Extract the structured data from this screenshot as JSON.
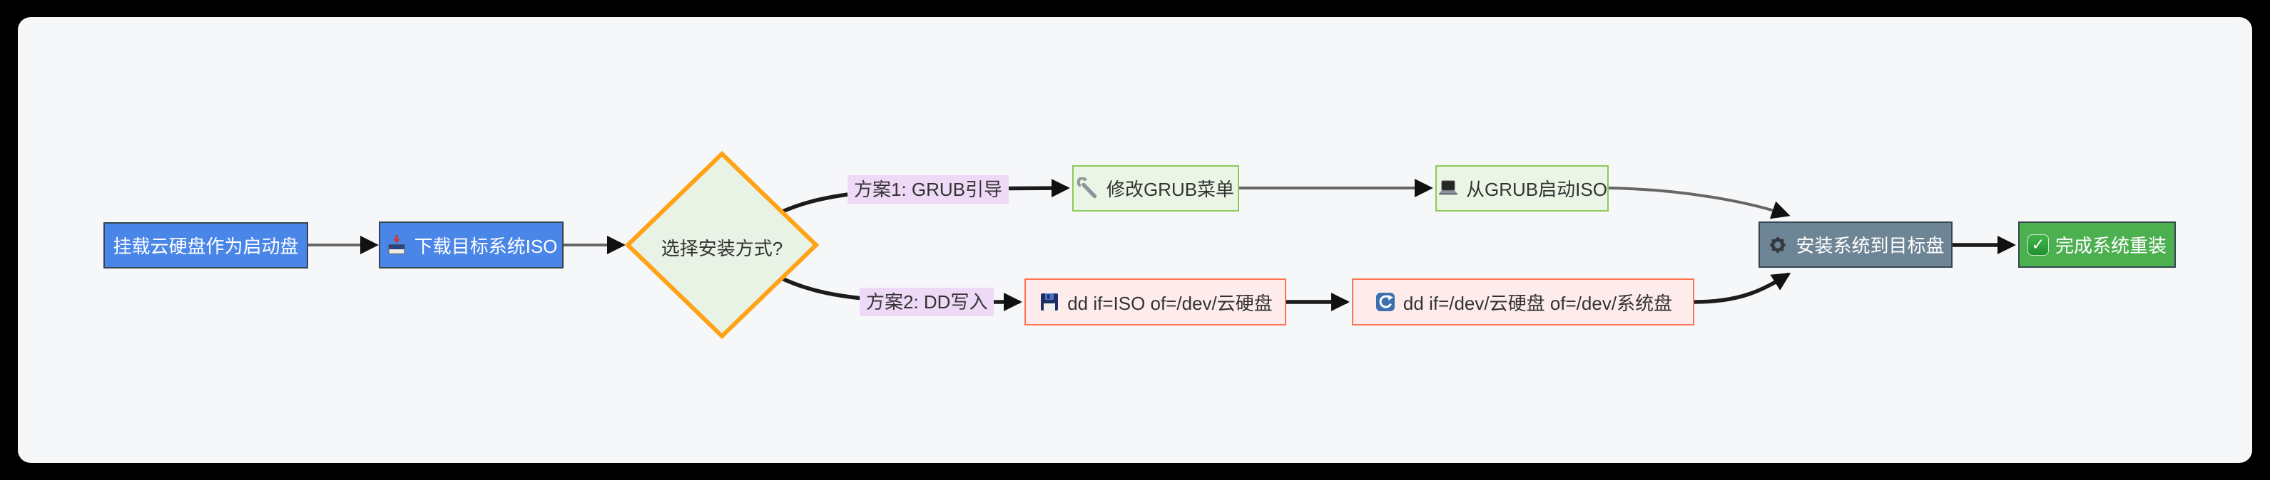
{
  "flowchart": {
    "colors": {
      "canvas": "#000000",
      "panel": "#f6f7f9",
      "process_blue_fill": "#4a86e8",
      "decision_fill": "#e8f3e6",
      "decision_border": "#ffa216",
      "grub_branch_fill": "#ebf5e5",
      "grub_branch_border": "#8ec959",
      "dd_branch_fill": "#fdeceb",
      "dd_branch_border": "#ff7350",
      "install_fill": "#6d8594",
      "done_fill": "#4caf50",
      "node_border_dark": "#37474f",
      "edge_gray": "#666666",
      "edge_dark": "#1b1b1b",
      "edge_label_fill": "#eed9f6",
      "text_dark": "#333333",
      "text_light": "#ffffff"
    },
    "nodes": [
      {
        "id": "mount-disk",
        "label": "挂载云硬盘作为启动盘",
        "shape": "rect",
        "icon": null
      },
      {
        "id": "download-iso",
        "label": "下载目标系统ISO",
        "shape": "rect",
        "icon": "inbox-download"
      },
      {
        "id": "choose-method",
        "label": "选择安装方式?",
        "shape": "diamond",
        "icon": null
      },
      {
        "id": "edit-grub-menu",
        "label": "修改GRUB菜单",
        "shape": "rect",
        "icon": "wrench"
      },
      {
        "id": "boot-iso-grub",
        "label": "从GRUB启动ISO",
        "shape": "rect",
        "icon": "laptop"
      },
      {
        "id": "dd-iso-to-disk",
        "label": "dd if=ISO of=/dev/云硬盘",
        "shape": "rect",
        "icon": "floppy-disk"
      },
      {
        "id": "dd-disk-to-system",
        "label": "dd if=/dev/云硬盘 of=/dev/系统盘",
        "shape": "rect",
        "icon": "sync-arrows"
      },
      {
        "id": "install-to-target",
        "label": "安装系统到目标盘",
        "shape": "rect",
        "icon": "gear"
      },
      {
        "id": "finish-reinstall",
        "label": "完成系统重装",
        "shape": "rect",
        "icon": "check-mark"
      }
    ],
    "edge_labels": [
      {
        "text": "方案1: GRUB引导"
      },
      {
        "text": "方案2: DD写入"
      }
    ],
    "edges": [
      {
        "from": "mount-disk",
        "to": "download-iso",
        "label": ""
      },
      {
        "from": "download-iso",
        "to": "choose-method",
        "label": ""
      },
      {
        "from": "choose-method",
        "to": "edit-grub-menu",
        "label": "方案1: GRUB引导"
      },
      {
        "from": "edit-grub-menu",
        "to": "boot-iso-grub",
        "label": ""
      },
      {
        "from": "boot-iso-grub",
        "to": "install-to-target",
        "label": ""
      },
      {
        "from": "choose-method",
        "to": "dd-iso-to-disk",
        "label": "方案2: DD写入"
      },
      {
        "from": "dd-iso-to-disk",
        "to": "dd-disk-to-system",
        "label": ""
      },
      {
        "from": "dd-disk-to-system",
        "to": "install-to-target",
        "label": ""
      },
      {
        "from": "install-to-target",
        "to": "finish-reinstall",
        "label": ""
      }
    ]
  }
}
